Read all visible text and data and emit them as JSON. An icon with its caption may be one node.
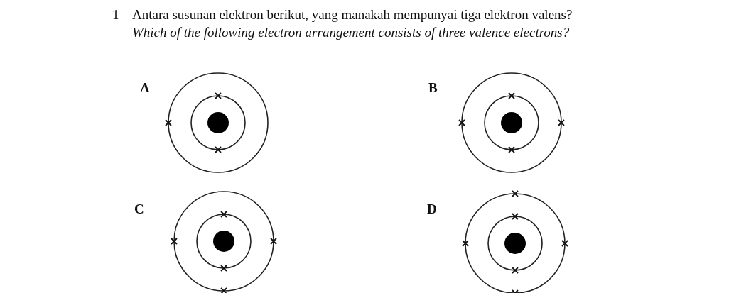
{
  "diagram": {
    "labels": [
      "1",
      "Antara susunan elektron berikut, yang manakah mempunyai tiga elektron valens?",
      "Which of the following electron arrangement consists of three valence electrons?",
      "A",
      "B",
      "C",
      "D"
    ]
  }
}
